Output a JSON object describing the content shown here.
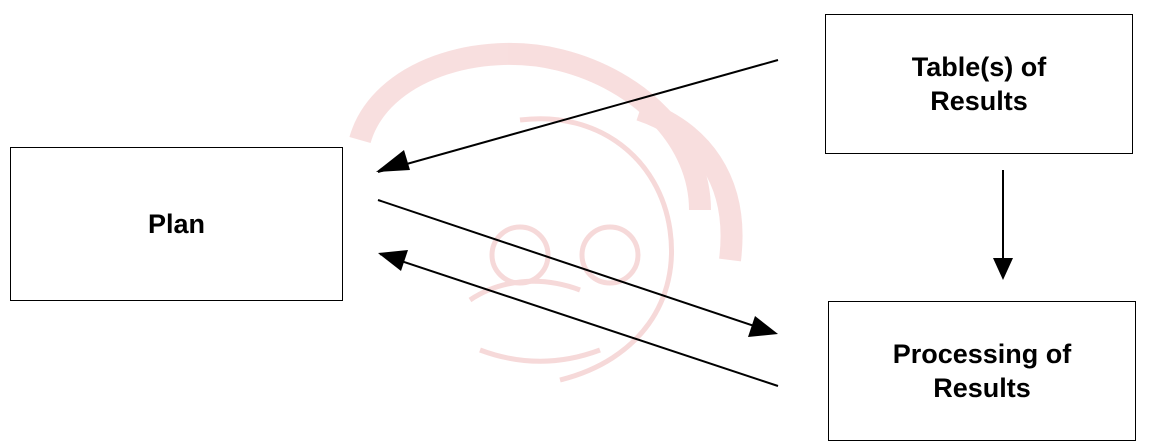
{
  "diagram": {
    "nodes": {
      "plan": {
        "label": "Plan"
      },
      "tables": {
        "label": "Table(s) of\nResults"
      },
      "processing": {
        "label": "Processing of\nResults"
      }
    },
    "edges": [
      {
        "from": "tables",
        "to": "plan"
      },
      {
        "from": "plan",
        "to": "processing"
      },
      {
        "from": "processing",
        "to": "plan"
      },
      {
        "from": "tables",
        "to": "processing"
      }
    ]
  },
  "colors": {
    "stroke": "#000000",
    "watermark": "#f3c9c9"
  }
}
